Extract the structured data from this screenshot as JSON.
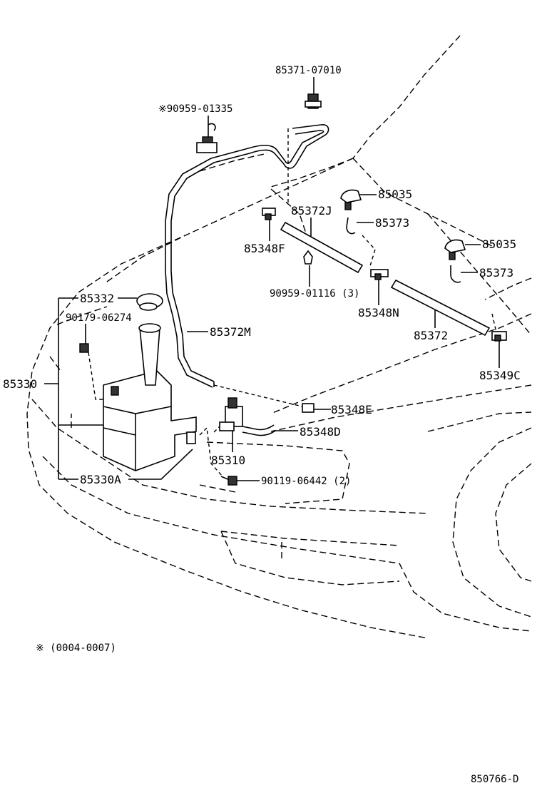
{
  "diagram": {
    "labels": {
      "p85371": "85371-07010",
      "p90959a": "※90959-01335",
      "p85035a": "85035",
      "p85372j": "85372J",
      "p85373a": "85373",
      "p85348f": "85348F",
      "p85035b": "85035",
      "p85373b": "85373",
      "p85332": "85332",
      "p90959b": "90959-01116 (3)",
      "p85348n": "85348N",
      "p90179": "90179-06274",
      "p85372m": "85372M",
      "p85372": "85372",
      "p85330": "85330",
      "p85349c": "85349C",
      "p85348e": "85348E",
      "p85348d": "85348D",
      "p85310": "85310",
      "p85330a": "85330A",
      "p90119": "90119-06442 (2)"
    },
    "footnote": "※ (0004-0007)",
    "figure_number": "850766-D"
  }
}
